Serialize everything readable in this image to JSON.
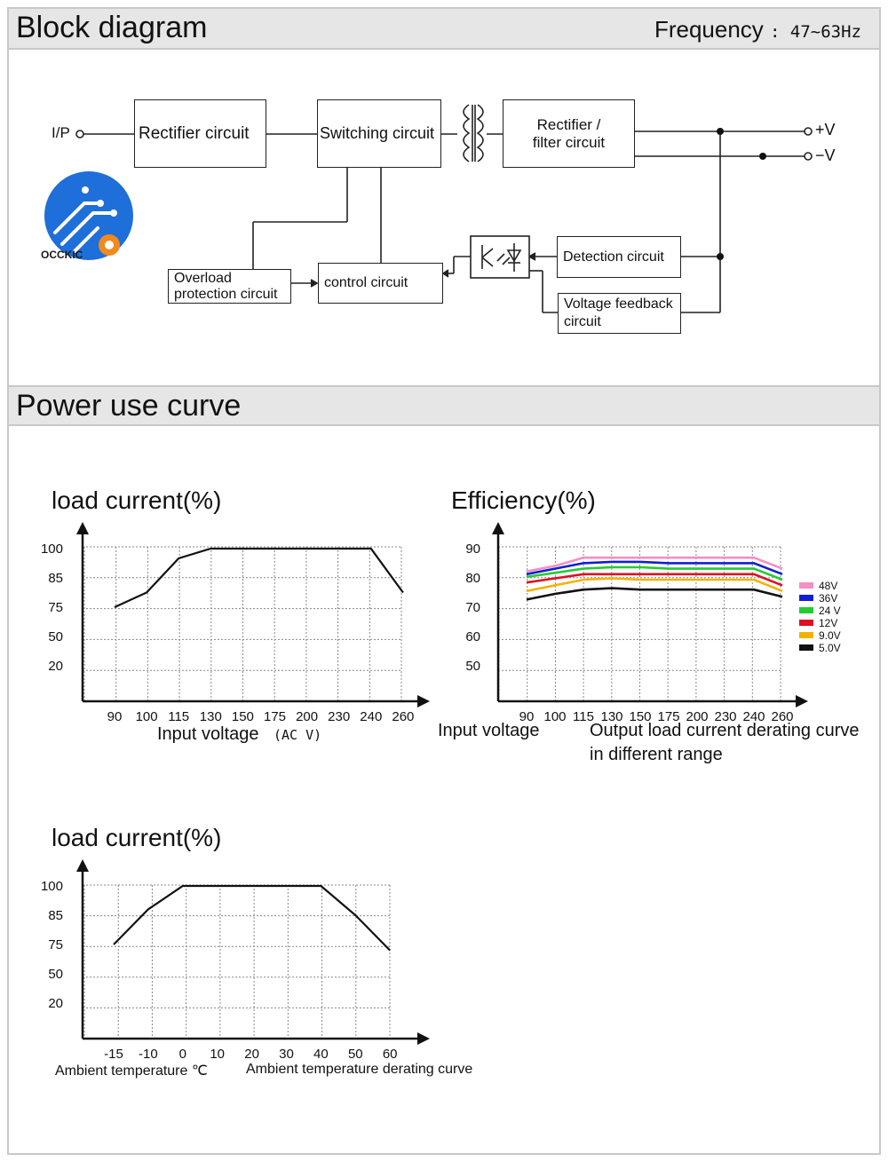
{
  "sections": {
    "block_title": "Block diagram",
    "frequency_label": "Frequency",
    "frequency_value": ": 47~63Hz",
    "power_title": "Power use curve"
  },
  "block": {
    "ip": "I/P",
    "rectifier": "Rectifier circuit",
    "switching": "Switching circuit",
    "rect_filter_1": "Rectifier /",
    "rect_filter_2": "filter circuit",
    "plus_v": "+V",
    "minus_v": "−V",
    "overload_1": "Overload",
    "overload_2": "protection circuit",
    "control": "control circuit",
    "detection": "Detection circuit",
    "feedback_1": "Voltage feedback",
    "feedback_2": "circuit",
    "logo": "OCCKIC"
  },
  "chart_data": [
    {
      "type": "line",
      "title": "load current(%)",
      "xlabel": "Input voltage",
      "xunit": "(AC V)",
      "categories": [
        "90",
        "100",
        "115",
        "130",
        "150",
        "175",
        "200",
        "230",
        "240",
        "260"
      ],
      "yticks": [
        "100",
        "85",
        "75",
        "50",
        "20"
      ],
      "series": [
        {
          "values": [
            75,
            80,
            95,
            100,
            100,
            100,
            100,
            100,
            100,
            80
          ]
        }
      ],
      "grid": true
    },
    {
      "type": "line",
      "title": "Efficiency(%)",
      "xlabel": "Input voltage",
      "caption_1": "Output load current derating curve",
      "caption_2": "in different range",
      "categories": [
        "90",
        "100",
        "115",
        "130",
        "150",
        "175",
        "200",
        "230",
        "240",
        "260"
      ],
      "yticks": [
        "90",
        "80",
        "70",
        "60",
        "50"
      ],
      "legend": "right",
      "series": [
        {
          "name": "48V",
          "color": "#f48fc3",
          "values": [
            83,
            85,
            88,
            88,
            88,
            88,
            88,
            88,
            88,
            84
          ]
        },
        {
          "name": "36V",
          "color": "#1020d0",
          "values": [
            82,
            84,
            86,
            86.5,
            86.5,
            86,
            86,
            86,
            86,
            82
          ]
        },
        {
          "name": "24 V",
          "color": "#22cc33",
          "values": [
            81,
            82.5,
            84,
            84.5,
            84.5,
            84,
            84,
            84,
            84,
            80
          ]
        },
        {
          "name": "12V",
          "color": "#dd1122",
          "values": [
            79,
            80.5,
            82,
            82,
            82,
            82,
            82,
            82,
            82,
            78
          ]
        },
        {
          "name": "9.0V",
          "color": "#f0b400",
          "values": [
            76,
            78,
            80,
            80.5,
            80,
            80,
            80,
            80,
            80,
            76
          ]
        },
        {
          "name": "5.0V",
          "color": "#111111",
          "values": [
            73,
            75,
            76.5,
            77,
            76.5,
            76.5,
            76.5,
            76.5,
            76.5,
            74
          ]
        }
      ],
      "grid": true
    },
    {
      "type": "line",
      "title": "load current(%)",
      "xlabel": "Ambient temperature ℃",
      "caption": "Ambient temperature derating curve",
      "categories": [
        "-15",
        "-10",
        "0",
        "10",
        "20",
        "30",
        "40",
        "50",
        "60"
      ],
      "yticks": [
        "100",
        "85",
        "75",
        "50",
        "20"
      ],
      "series": [
        {
          "values": [
            75,
            88,
            100,
            100,
            100,
            100,
            100,
            85,
            70
          ]
        }
      ],
      "grid": true
    }
  ]
}
